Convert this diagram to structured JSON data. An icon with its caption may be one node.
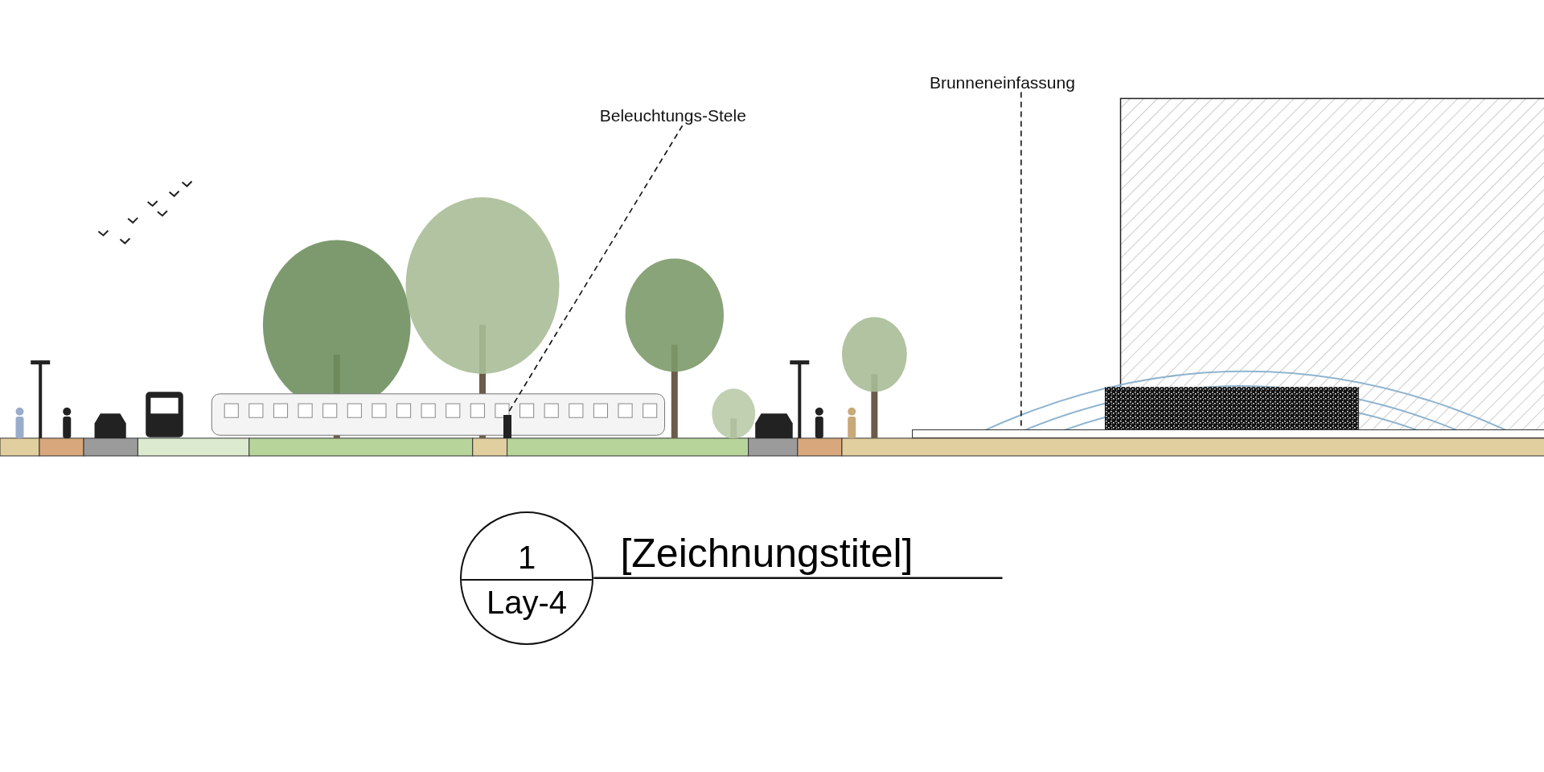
{
  "diagram": {
    "nodes": [
      {
        "text": [
          "Beleuchtungs-Stele"
        ]
      },
      {
        "text": [],
        "shape": "bar"
      },
      {
        "text": [
          "Brunneneinfassung"
        ]
      },
      {
        "text": [],
        "shape": "box"
      },
      {
        "text": [
          "1",
          "Lay-4"
        ]
      }
    ],
    "edges": [
      {
        "from": 0,
        "to": 1,
        "arrow": "none",
        "style": "dashed"
      },
      {
        "from": 2,
        "to": 3,
        "arrow": "none",
        "style": "dashed"
      }
    ],
    "labels": [
      "[Zeichnungstitel]"
    ]
  }
}
